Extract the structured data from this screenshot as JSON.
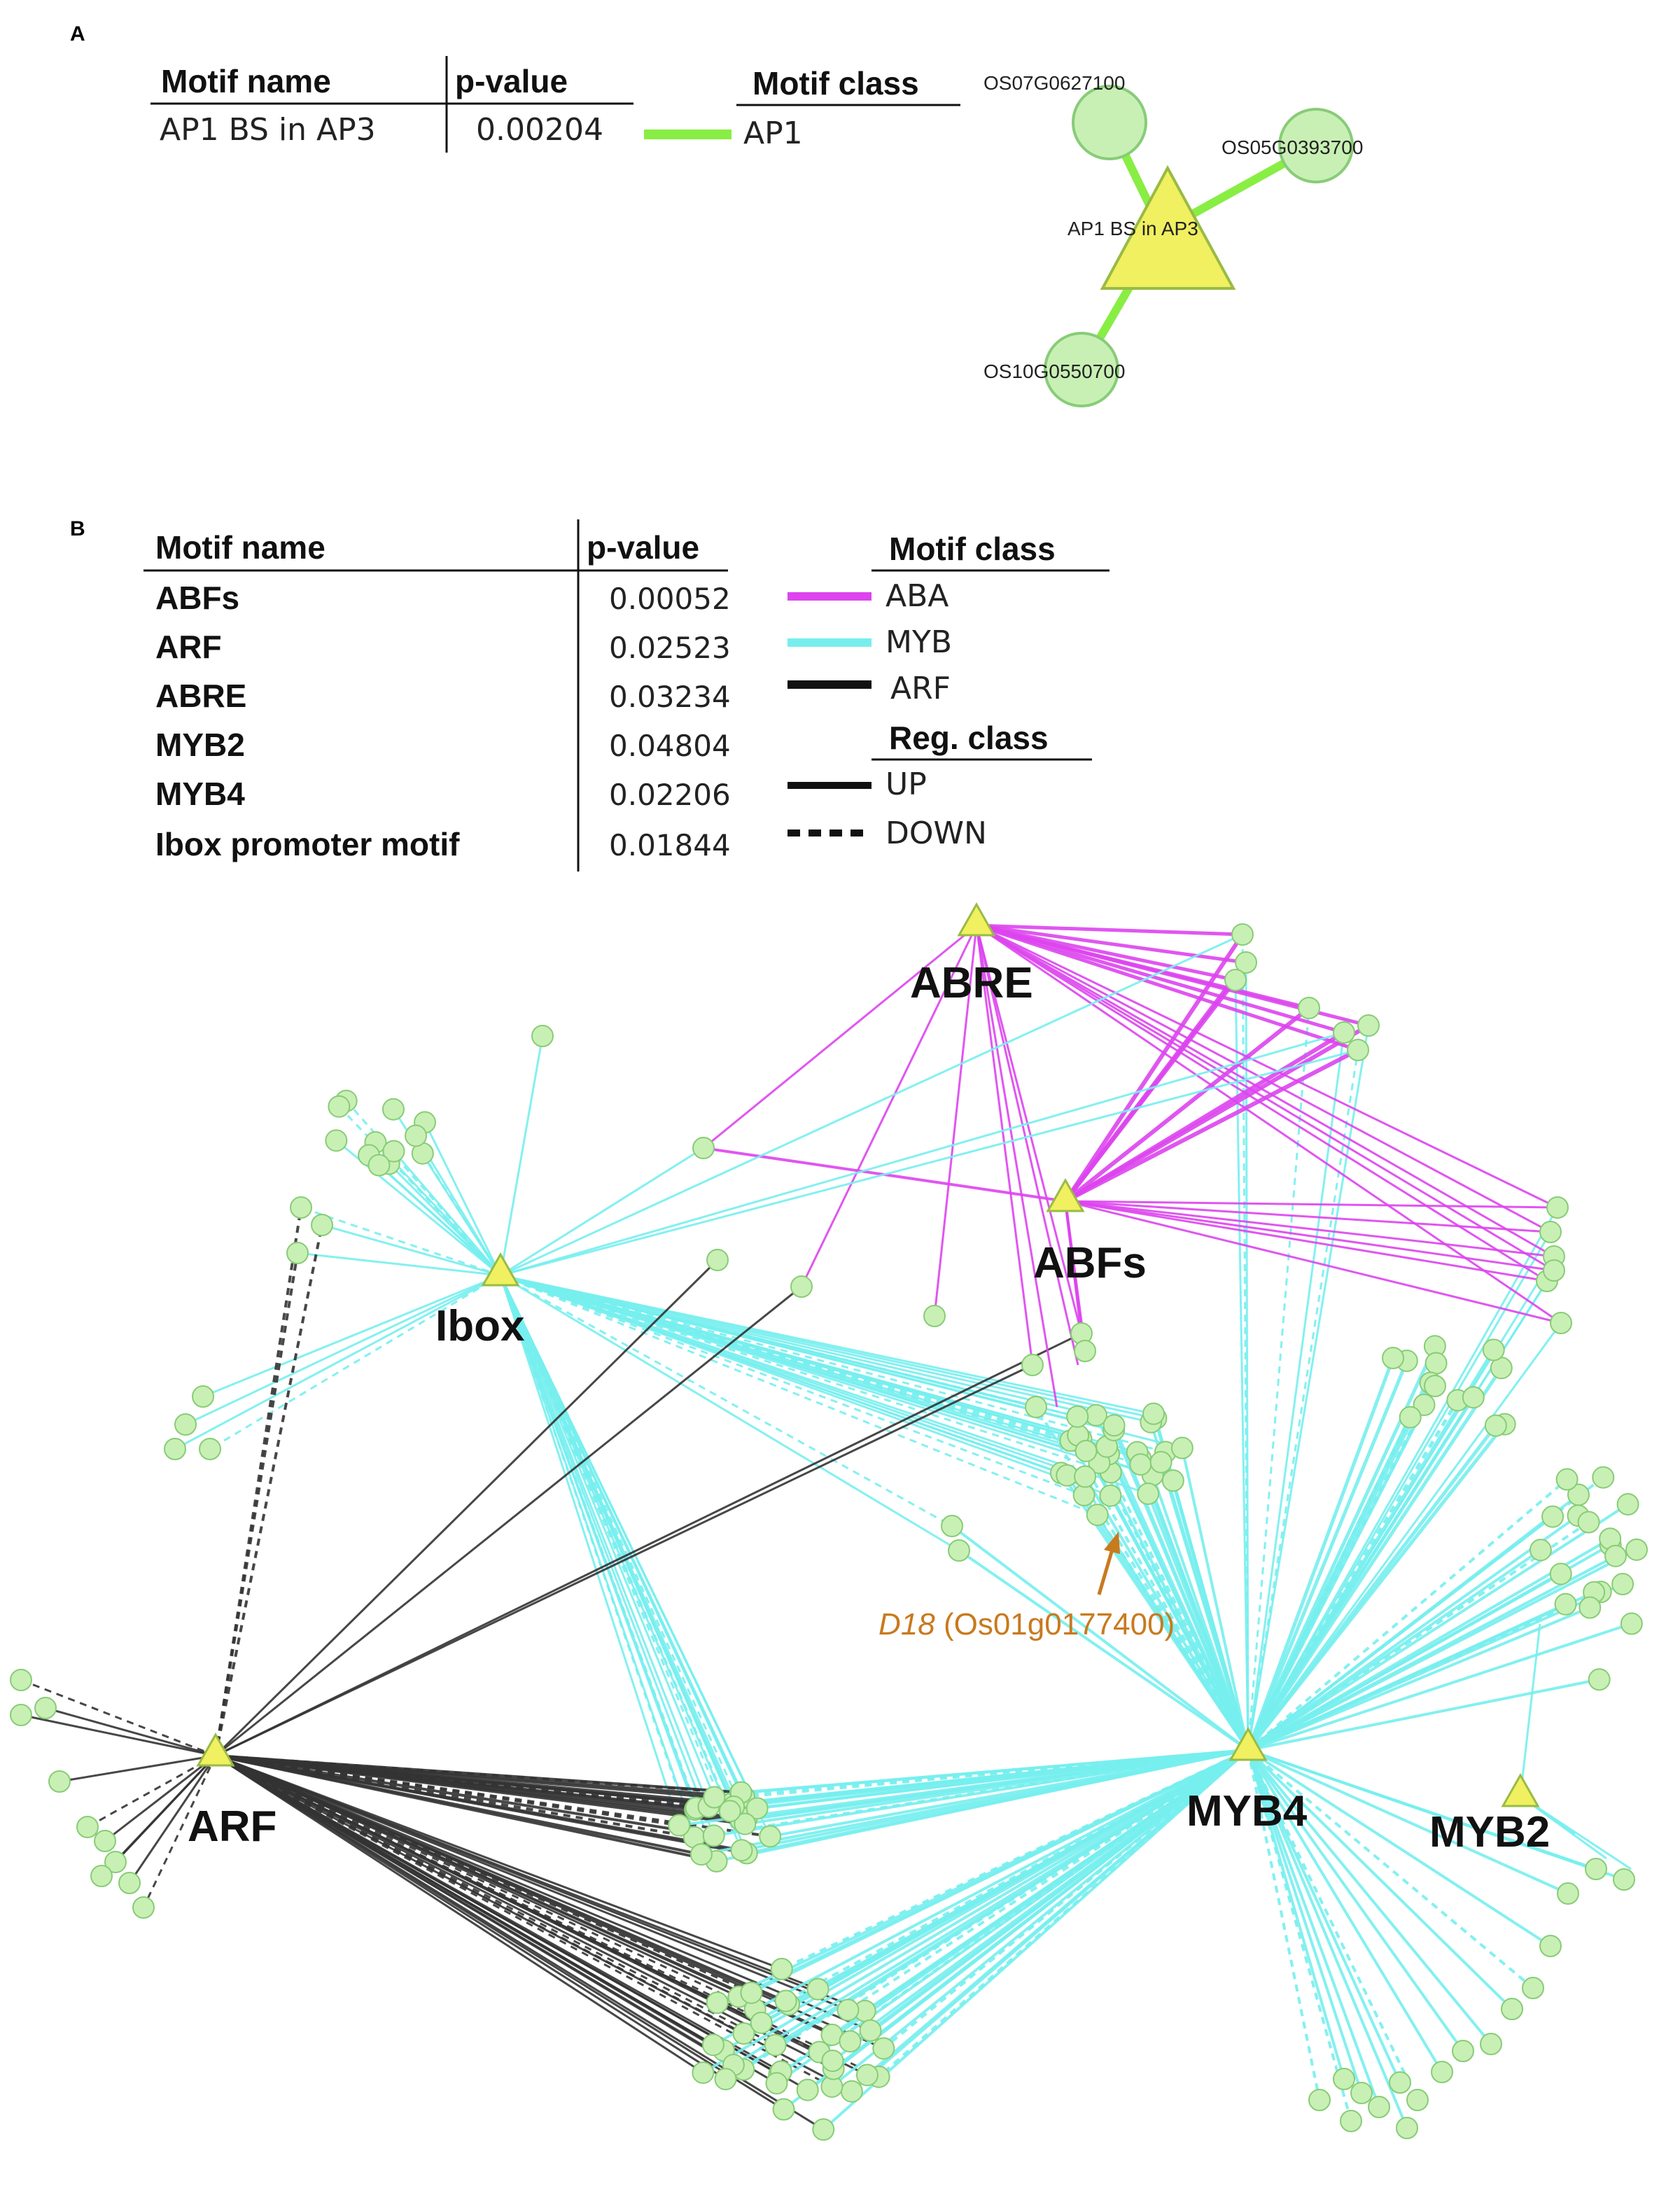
{
  "colors": {
    "aba": "#dd44ee",
    "myb": "#77eeee",
    "arf": "#333333",
    "ap1": "#88ee44",
    "gene_fill": "#c8f0b4",
    "gene_stroke": "#88cc77",
    "motif_fill": "#f0f060",
    "motif_stroke": "#99bb44",
    "annotation": "#c87a1e"
  },
  "panel_a": {
    "letter": "A",
    "table": {
      "header_name": "Motif name",
      "header_p": "p-value",
      "rows": [
        {
          "name": "AP1 BS in AP3",
          "p": "0.00204"
        }
      ]
    },
    "legend": {
      "header": "Motif class",
      "items": [
        {
          "label": "AP1",
          "color_key": "ap1",
          "style": "solid"
        }
      ]
    },
    "network": {
      "motif": "AP1 BS in AP3",
      "genes": [
        "OS07G0627100",
        "OS05G0393700",
        "OS10G0550700"
      ]
    }
  },
  "panel_b": {
    "letter": "B",
    "table": {
      "header_name": "Motif name",
      "header_p": "p-value",
      "rows": [
        {
          "name": "ABFs",
          "p": "0.00052"
        },
        {
          "name": "ARF",
          "p": "0.02523"
        },
        {
          "name": "ABRE",
          "p": "0.03234"
        },
        {
          "name": "MYB2",
          "p": "0.04804"
        },
        {
          "name": "MYB4",
          "p": "0.02206"
        },
        {
          "name": "Ibox promoter motif",
          "p": "0.01844"
        }
      ]
    },
    "legend": {
      "motif_class_header": "Motif class",
      "motif_classes": [
        {
          "label": "ABA",
          "color_key": "aba"
        },
        {
          "label": "MYB",
          "color_key": "myb"
        },
        {
          "label": "ARF",
          "color_key": "arf"
        }
      ],
      "reg_class_header": "Reg. class",
      "reg_classes": [
        {
          "label": "UP",
          "style": "solid"
        },
        {
          "label": "DOWN",
          "style": "dashed"
        }
      ]
    },
    "network": {
      "hubs": [
        "ABRE",
        "ABFs",
        "Ibox",
        "ARF",
        "MYB4",
        "MYB2"
      ],
      "annotation_gene": "D18",
      "annotation_id": "(Os01g0177400)"
    }
  }
}
